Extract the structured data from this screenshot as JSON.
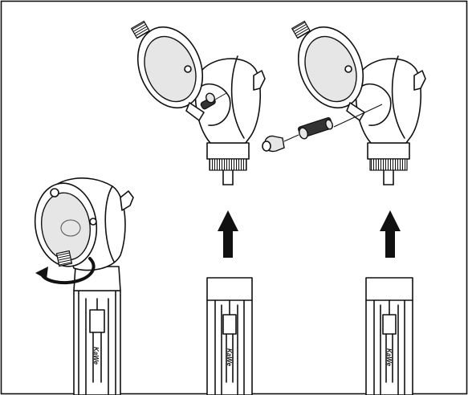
{
  "figure": {
    "brand_text": "KaWe",
    "steps": [
      {
        "id": "step-1",
        "action": "rotate-lid"
      },
      {
        "id": "step-2",
        "action": "remove-lamp"
      },
      {
        "id": "step-3",
        "action": "insert-new-lamp"
      }
    ],
    "colors": {
      "line": "#111111",
      "fill": "#ffffff",
      "lens": "#e6e6e6",
      "lamp": "#333333"
    }
  }
}
